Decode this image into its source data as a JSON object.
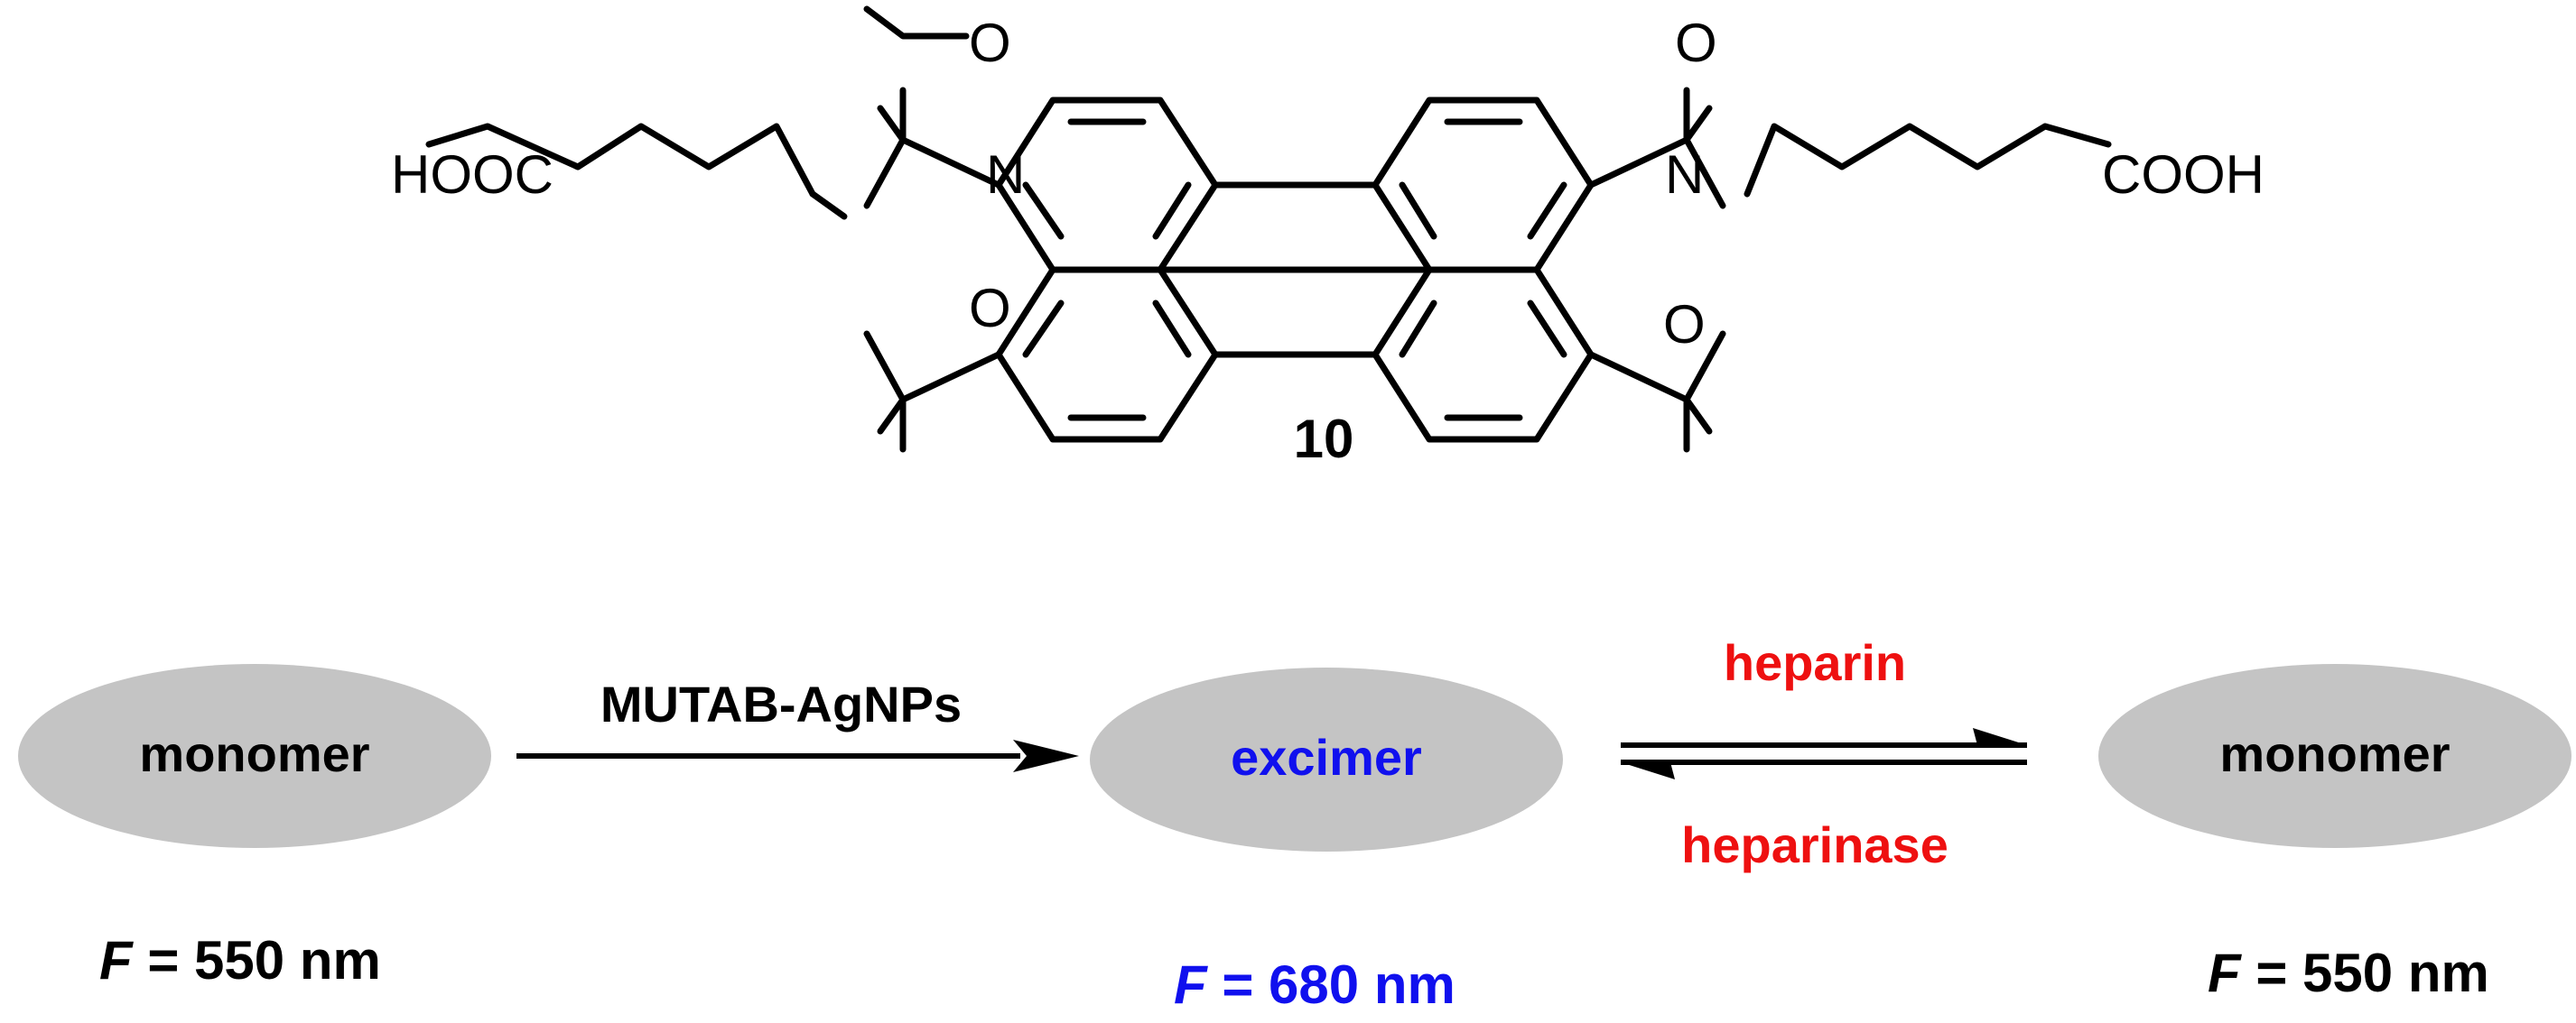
{
  "molecule": {
    "label": "10",
    "left_terminal": "HOOC",
    "right_terminal": "COOH",
    "imide_n_left": "N",
    "imide_n_right": "N",
    "carbonyl_o": "O"
  },
  "scheme": {
    "state_left": "monomer",
    "state_middle": "excimer",
    "state_right": "monomer",
    "reagent_forward": "MUTAB-AgNPs",
    "equilibrium_forward": "heparin",
    "equilibrium_reverse": "heparinase",
    "emission_left": {
      "symbol": "F",
      "value": "= 550 nm"
    },
    "emission_middle": {
      "symbol": "F",
      "value": "= 680 nm"
    },
    "emission_right": {
      "symbol": "F",
      "value": "= 550 nm"
    }
  },
  "colors": {
    "excimer": "#1010ee",
    "enzyme": "#ee1010",
    "ellipse": "#c4c4c4"
  }
}
